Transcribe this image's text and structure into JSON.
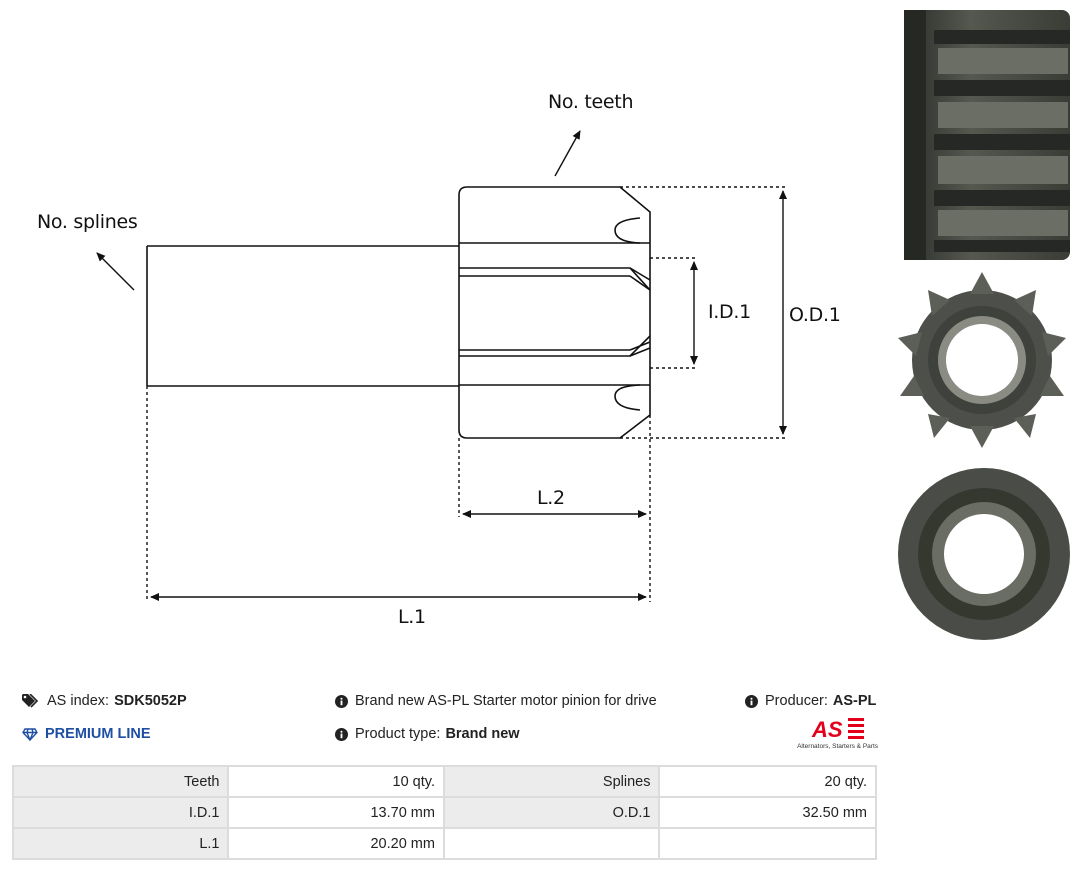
{
  "diagram": {
    "labels": {
      "no_teeth": "No. teeth",
      "no_splines": "No. splines",
      "id1": "I.D.1",
      "od1": "O.D.1",
      "l2": "L.2",
      "l1": "L.1"
    }
  },
  "info": {
    "as_index_label": "AS index:",
    "as_index_value": "SDK5052P",
    "premium_line": "PREMIUM LINE",
    "description": "Brand new AS-PL Starter motor pinion for drive",
    "product_type_label": "Product type:",
    "product_type_value": "Brand new",
    "producer_label": "Producer:",
    "producer_value": "AS-PL",
    "logo_tagline": "Alternators, Starters & Parts",
    "icons": [
      "tags-icon",
      "gem-icon",
      "info-circle-icon"
    ],
    "colors": {
      "premium": "#1f4fa3",
      "brand_red": "#e3001b",
      "table_label_bg": "#ececec"
    }
  },
  "specs": [
    {
      "label1": "Teeth",
      "value1": "10 qty.",
      "label2": "Splines",
      "value2": "20 qty."
    },
    {
      "label1": "I.D.1",
      "value1": "13.70 mm",
      "label2": "O.D.1",
      "value2": "32.50 mm"
    },
    {
      "label1": "L.1",
      "value1": "20.20 mm",
      "label2": "",
      "value2": ""
    }
  ]
}
